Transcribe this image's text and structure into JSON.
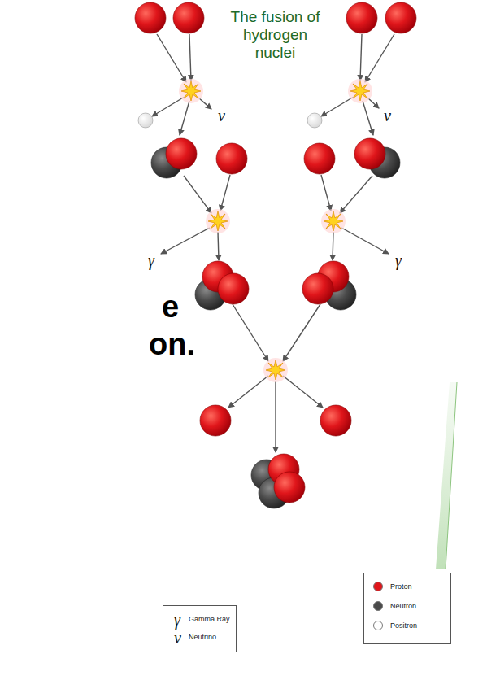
{
  "diagram": {
    "title": "The fusion of hydrogen nuclei",
    "labels": [
      "e",
      "on.",
      "ν",
      "ν",
      "γ",
      "γ",
      "γ",
      "ν"
    ],
    "legend": [
      {
        "text": "Gamma Ray"
      },
      {
        "text": "Neutrino"
      },
      {
        "text": "Proton",
        "color": "#e0161b"
      },
      {
        "text": "Neutron",
        "color": "#4a4a4a"
      },
      {
        "text": "Positron",
        "color": "#ffffff"
      }
    ]
  }
}
